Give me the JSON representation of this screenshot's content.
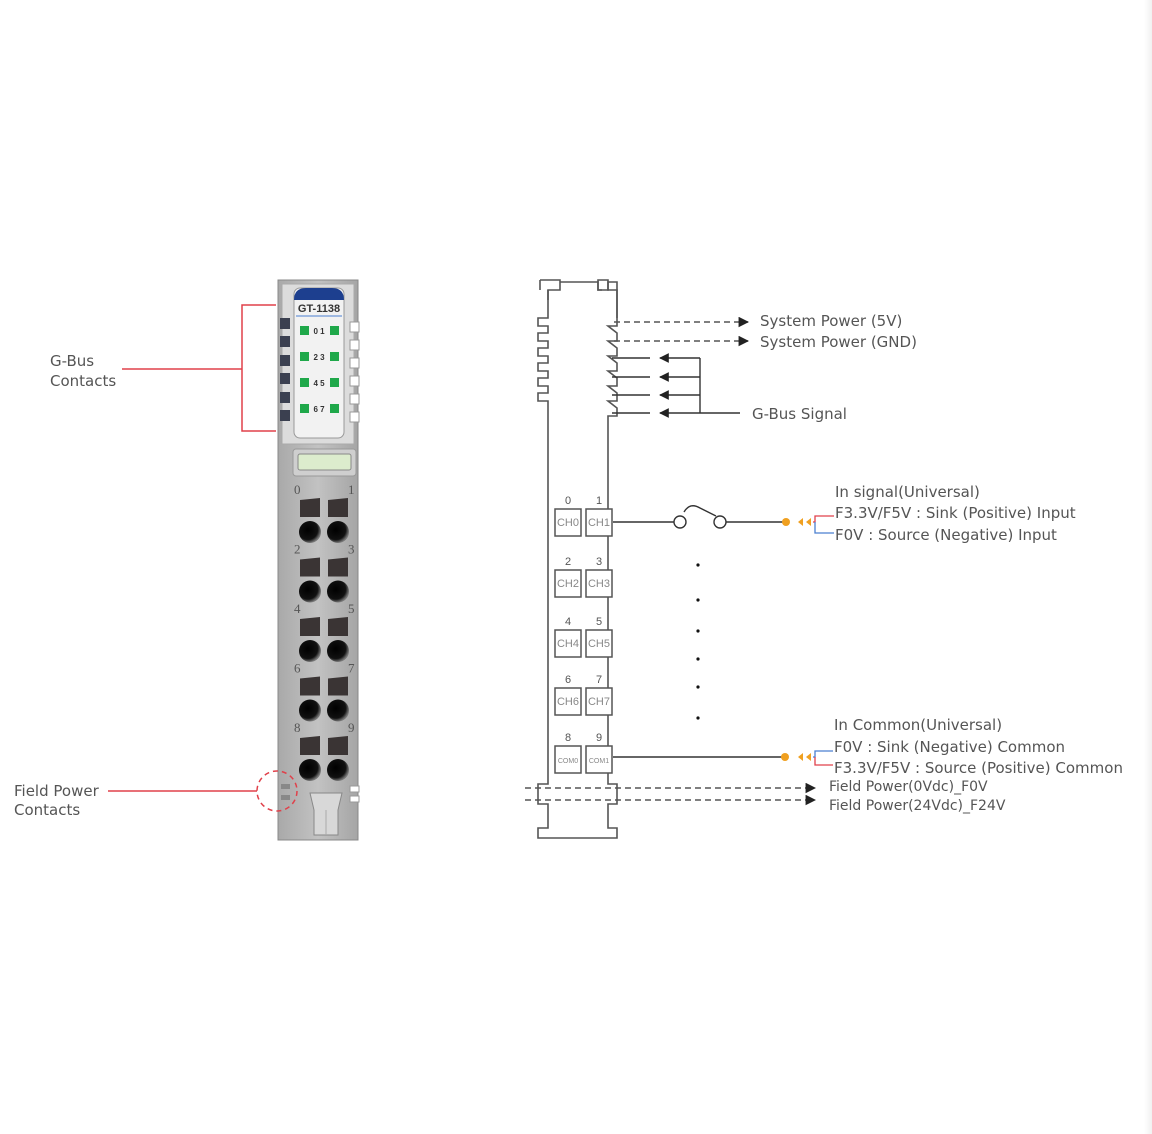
{
  "colors": {
    "accent_red": "#e0404a",
    "led_green": "#1fa84a",
    "orange": "#f0a020",
    "blue": "#4a7fd0",
    "label_blue": "#1d3f8f"
  },
  "module": {
    "model": "GT-1138",
    "led_labels": [
      "0 1",
      "2 3",
      "4 5",
      "6 7"
    ],
    "terminal_labels": [
      "0",
      "1",
      "2",
      "3",
      "4",
      "5",
      "6",
      "7",
      "8",
      "9"
    ]
  },
  "callouts": {
    "gbus_contacts": [
      "G-Bus",
      "Contacts"
    ],
    "field_power_contacts": [
      "Field Power",
      "Contacts"
    ]
  },
  "schematic": {
    "channels": [
      {
        "nums": [
          "0",
          "1"
        ],
        "boxes": [
          "CH0",
          "CH1"
        ]
      },
      {
        "nums": [
          "2",
          "3"
        ],
        "boxes": [
          "CH2",
          "CH3"
        ]
      },
      {
        "nums": [
          "4",
          "5"
        ],
        "boxes": [
          "CH4",
          "CH5"
        ]
      },
      {
        "nums": [
          "6",
          "7"
        ],
        "boxes": [
          "CH6",
          "CH7"
        ]
      },
      {
        "nums": [
          "8",
          "9"
        ],
        "boxes": [
          "COM0",
          "COM1"
        ]
      }
    ],
    "system_power_5v": "System Power (5V)",
    "system_power_gnd": "System Power (GND)",
    "gbus_signal": "G-Bus Signal",
    "in_signal": {
      "title": "In signal(Universal)",
      "line1": "F3.3V/F5V : Sink (Positive) Input",
      "line2": "F0V : Source (Negative) Input"
    },
    "in_common": {
      "title": "In Common(Universal)",
      "line1": "F0V : Sink (Negative) Common",
      "line2": "F3.3V/F5V : Source (Positive) Common"
    },
    "field_power_0v": "Field Power(0Vdc)_F0V",
    "field_power_24v": "Field Power(24Vdc)_F24V"
  }
}
